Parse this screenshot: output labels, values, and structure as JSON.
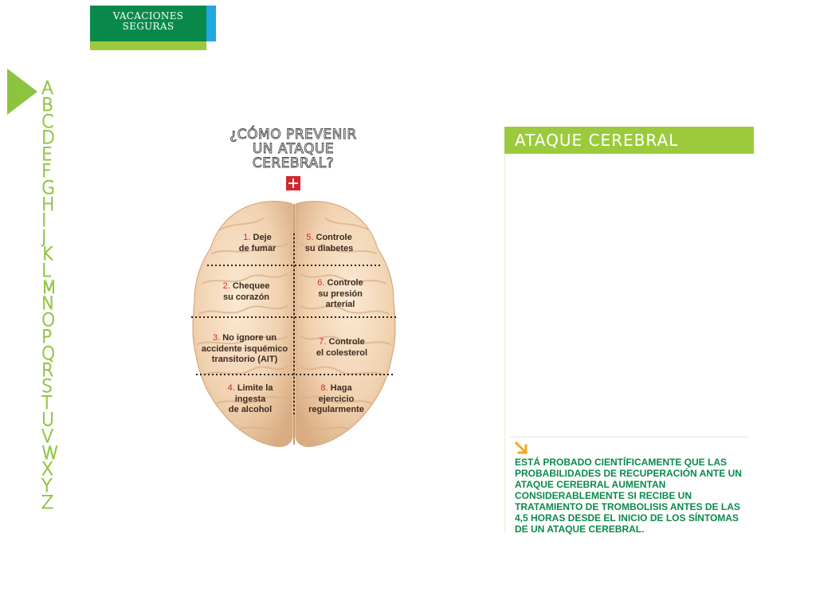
{
  "header": {
    "badge_line1": "VACACIONES",
    "badge_line2": "SEGURAS",
    "colors": {
      "green": "#0a8a4a",
      "blue": "#1fa9e0",
      "lime": "#9bcb3c"
    }
  },
  "alphabet": [
    "A",
    "B",
    "C",
    "D",
    "E",
    "F",
    "G",
    "H",
    "I",
    "J",
    "K",
    "L",
    "M",
    "N",
    "O",
    "P",
    "Q",
    "R",
    "S",
    "T",
    "U",
    "V",
    "W",
    "X",
    "Y",
    "Z"
  ],
  "infographic": {
    "title_line1": "¿CÓMO PREVENIR",
    "title_line2": "UN ATAQUE",
    "title_line3": "CEREBRAL?",
    "icon": "plus-icon",
    "steps": [
      {
        "num": "1.",
        "l1": "Deje",
        "l2": "de fumar"
      },
      {
        "num": "5.",
        "l1": "Controle",
        "l2": "su diabetes"
      },
      {
        "num": "2.",
        "l1": "Chequee",
        "l2": "su corazón"
      },
      {
        "num": "6.",
        "l1": "Controle",
        "l2": "su presión",
        "l3": "arterial"
      },
      {
        "num": "3.",
        "l1": "No ignore un",
        "l2": "accidente isquémico",
        "l3": "transitorio (AIT)"
      },
      {
        "num": "7.",
        "l1": "Controle",
        "l2": "el colesterol"
      },
      {
        "num": "4.",
        "l1": "Limite la",
        "l2": "ingesta",
        "l3": "de alcohol"
      },
      {
        "num": "8.",
        "l1": "Haga",
        "l2": "ejercicio",
        "l3": "regularmente"
      }
    ]
  },
  "panel": {
    "title": "ATAQUE CEREBRAL",
    "arrow_icon": "arrow-down-right-icon",
    "note": "ESTÁ PROBADO CIENTÍFICAMENTE QUE LAS PROBABILIDADES DE RECUPERACIÓN ANTE UN ATAQUE CEREBRAL AUMENTAN CONSIDERABLEMENTE SI RECIBE UN TRATAMIENTO DE TROMBOLISIS ANTES DE LAS 4,5 HORAS DESDE EL INICIO DE LOS SÍNTOMAS DE UN ATAQUE CEREBRAL."
  }
}
